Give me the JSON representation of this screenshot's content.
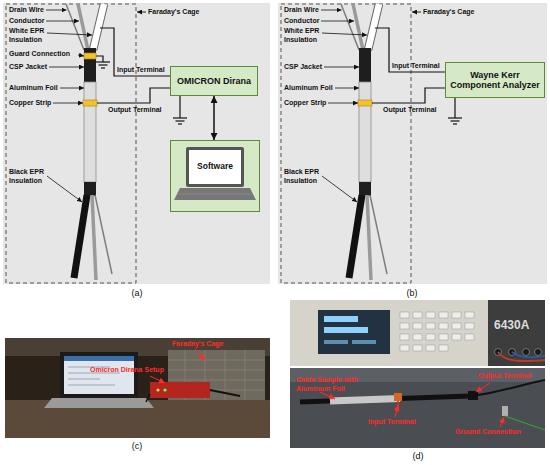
{
  "diagram": {
    "nodes": [
      {
        "text": [
          "OMICRON Dirana"
        ]
      },
      {
        "text": [
          "Software"
        ]
      },
      {
        "text": [
          "Wayne Kerr Component Analyzer"
        ]
      }
    ],
    "edges": [
      {
        "from": 0,
        "to": 1,
        "arrow": "both"
      }
    ],
    "labels": [
      "Drain Wire",
      "Conductor",
      "White EPR Insulation",
      "Guard Connection",
      "CSP Jacket",
      "Aluminum Foil",
      "Copper Strip",
      "Black EPR Insulation",
      "Faraday's Cage",
      "Input Terminal",
      "Output Terminal",
      "Drain Wire",
      "Conductor",
      "White EPR Insulation",
      "CSP Jacket",
      "Aluminum Foil",
      "Copper Strip",
      "Black EPR Insulation",
      "Faraday's Cage",
      "Input Terminal",
      "Output Terminal",
      "(a)",
      "(b)",
      "Faraday's Cage",
      "Omicron Dirana Setup",
      "(c)",
      "6430A",
      "Cable Sample with Aluminum Foil",
      "Input Terminal",
      "Output Terminal",
      "Ground Connection",
      "(d)"
    ]
  }
}
